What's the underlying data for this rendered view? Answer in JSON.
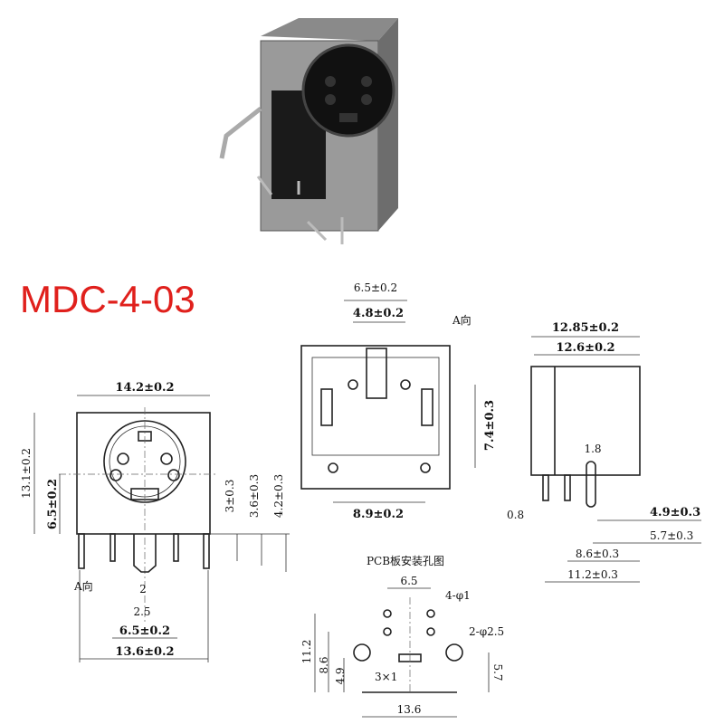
{
  "title": "MDC-4-03",
  "front_view": {
    "width": "14.2±0.2",
    "height": "13.1±0.2",
    "center_height": "6.5±0.2",
    "pin_a": "3±0.3",
    "pin_b": "3.6±0.3",
    "pin_c": "4.2±0.3",
    "direction": "A向",
    "slot": "2",
    "slot_outer": "2.5",
    "pin_span": "6.5±0.2",
    "base_width": "13.6±0.2"
  },
  "back_view": {
    "outer_pins": "6.5±0.2",
    "inner_pins": "4.8±0.2",
    "direction": "A向",
    "height": "7.4±0.3",
    "lower_pins": "8.9±0.2"
  },
  "side_view": {
    "depth_total": "12.85±0.2",
    "depth": "12.6±0.2",
    "tab": "1.8",
    "pin_width": "0.8",
    "d1": "4.9±0.3",
    "d2": "5.7±0.3",
    "d3": "8.6±0.3",
    "d4": "11.2±0.3"
  },
  "pcb_layout": {
    "title": "PCB板安装孔图",
    "pitch": "6.5",
    "small_holes": "4-φ1",
    "large_holes": "2-φ2.5",
    "h1": "11.2",
    "h2": "8.6",
    "h3": "4.9",
    "slot": "3×1",
    "h4": "5.7",
    "span": "13.6"
  }
}
